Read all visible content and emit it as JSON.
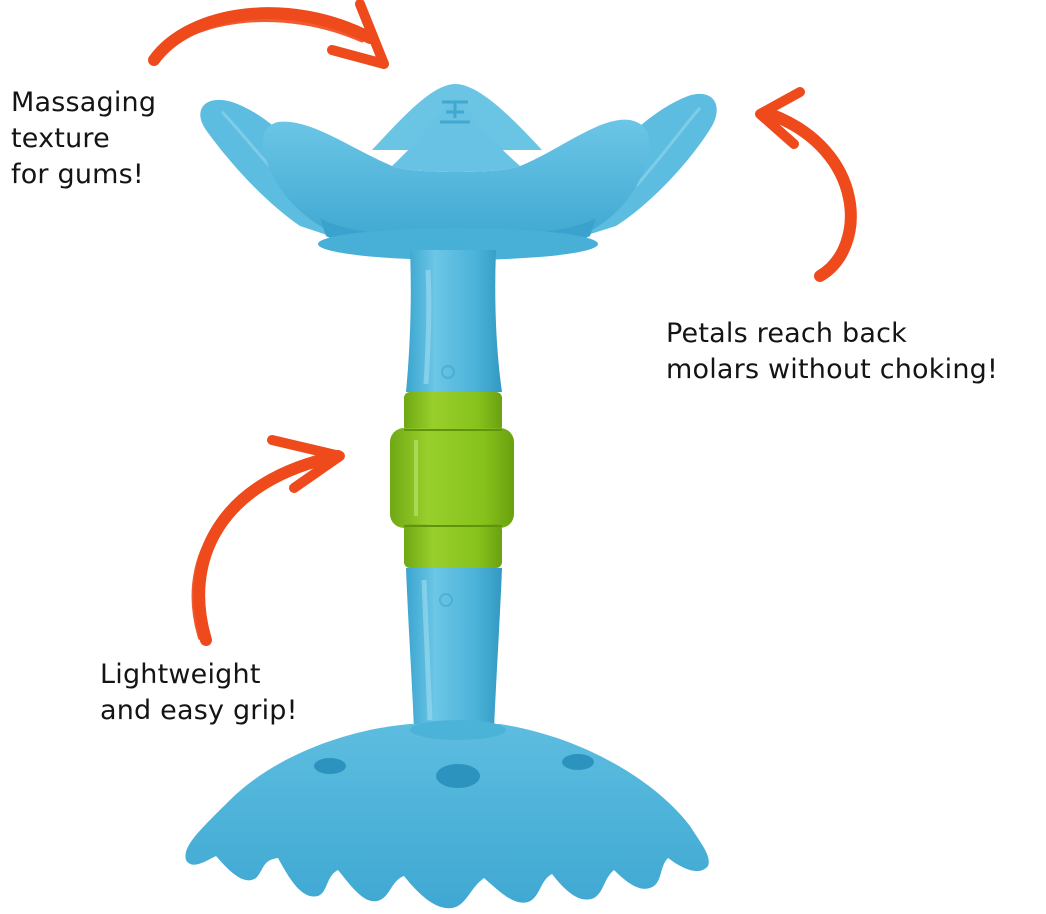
{
  "image": {
    "subject": "Baby teether with flower-shaped petal top, green grip ring and suction-style base",
    "background_color": "#ffffff"
  },
  "colors": {
    "teether_blue": "#4cb3d8",
    "teether_blue_light": "#7ccbe8",
    "teether_blue_dark": "#2f98c0",
    "grip_green": "#86c21c",
    "grip_green_dark": "#6aa10f",
    "arrow_orange": "#ee4a1c",
    "text": "#141414"
  },
  "callouts": [
    {
      "id": "massaging",
      "lines": [
        "Massaging",
        "texture",
        "for gums!"
      ],
      "points_to": "petal top"
    },
    {
      "id": "petals",
      "lines": [
        "Petals reach back",
        "molars without choking!"
      ],
      "points_to": "petal edges"
    },
    {
      "id": "grip",
      "lines": [
        "Lightweight",
        "and easy grip!"
      ],
      "points_to": "green grip ring"
    }
  ],
  "arrows": [
    {
      "id": "arrow-top",
      "direction": "curving right-down",
      "color": "#ee4a1c"
    },
    {
      "id": "arrow-right",
      "direction": "curving up-left",
      "color": "#ee4a1c"
    },
    {
      "id": "arrow-left",
      "direction": "curving up-right",
      "color": "#ee4a1c"
    }
  ]
}
